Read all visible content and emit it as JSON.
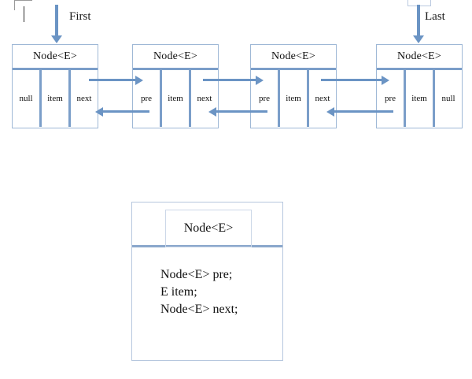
{
  "diagram": {
    "title_hidden": "",
    "pointers": [
      {
        "label": "First",
        "name": "first-pointer"
      },
      {
        "label": "Last",
        "name": "last-pointer"
      }
    ],
    "nodes": [
      {
        "header": "Node<E>",
        "cells": [
          "null",
          "item",
          "next"
        ]
      },
      {
        "header": "Node<E>",
        "cells": [
          "pre",
          "item",
          "next"
        ]
      },
      {
        "header": "Node<E>",
        "cells": [
          "pre",
          "item",
          "next"
        ]
      },
      {
        "header": "Node<E>",
        "cells": [
          "pre",
          "item",
          "null"
        ]
      }
    ],
    "class_box": {
      "title": "Node<E>",
      "fields": [
        "Node<E> pre;",
        "E item;",
        "Node<E> next;"
      ]
    },
    "colors": {
      "arrow": "#6b94c4",
      "node_border": "#9fb8d6",
      "divider": "#7b9ec9",
      "class_border": "#b6c7de",
      "text": "#111111",
      "background": "#ffffff"
    }
  }
}
